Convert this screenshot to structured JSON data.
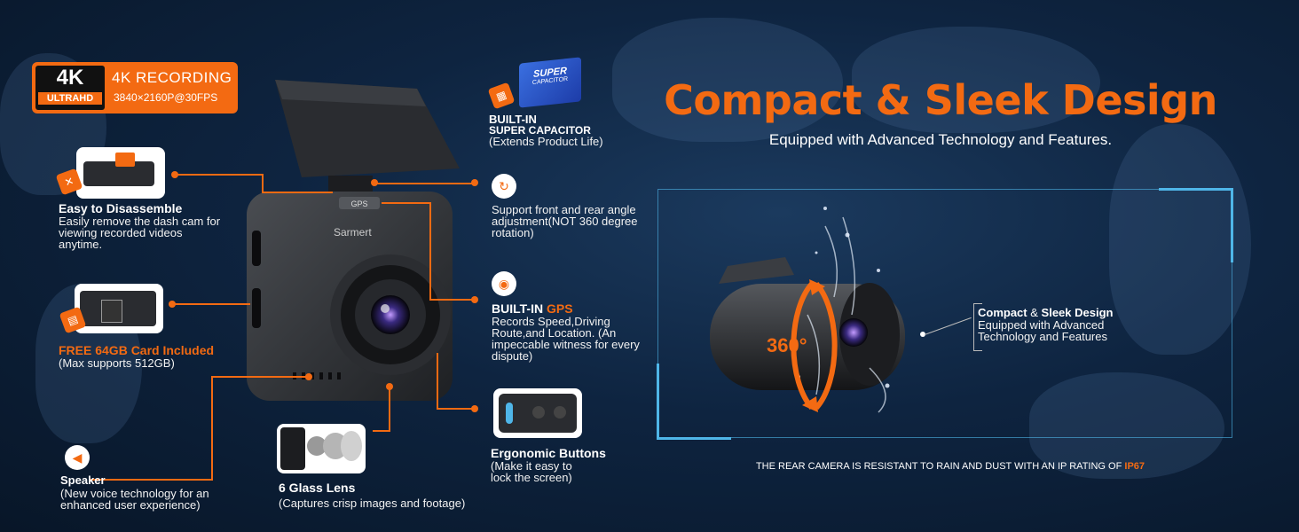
{
  "badge_4k": {
    "big": "4K",
    "small": "ULTRAHD",
    "title": "4K RECORDING",
    "resolution": "3840×2160P@30FPS"
  },
  "camera": {
    "brand": "Sarmert",
    "gps_tag": "GPS"
  },
  "features": {
    "disassemble": {
      "title": "Easy to Disassemble",
      "desc": "Easily remove the dash cam for viewing recorded videos anytime."
    },
    "card": {
      "title": "FREE 64GB Card Included",
      "desc": "(Max supports 512GB)"
    },
    "speaker": {
      "title": "Speaker",
      "desc": "(New voice technology for an enhanced user experience)"
    },
    "lens": {
      "title": "6 Glass Lens",
      "desc": "(Captures crisp images and footage)"
    },
    "capacitor": {
      "title": "BUILT-IN",
      "title2": "SUPER CAPACITOR",
      "desc": "(Extends Product Life)",
      "chip_line1": "SUPER",
      "chip_line2": "CAPACITOR"
    },
    "angle": {
      "desc": "Support front and rear angle adjustment(NOT 360 degree rotation)"
    },
    "gps": {
      "title_prefix": "BUILT-IN",
      "title_highlight": "GPS",
      "desc": "Records Speed,Driving Route,and Location. (An impeccable witness for every dispute)"
    },
    "buttons": {
      "title": "Ergonomic Buttons",
      "desc": "(Make it easy to lock the screen)"
    }
  },
  "hero": {
    "title": "Compact & Sleek Design",
    "subtitle": "Equipped with Advanced Technology and Features."
  },
  "rear_cam": {
    "rotation": "360°",
    "callout_title_a": "Compact",
    "callout_title_amp": "&",
    "callout_title_b": "Sleek Design",
    "callout_desc": "Equipped with Advanced Technology and Features",
    "footer_text": "THE REAR CAMERA IS RESISTANT TO RAIN AND DUST WITH AN IP RATING OF",
    "footer_rating": "IP67"
  },
  "colors": {
    "accent": "#f36a12",
    "frame": "#4fb6e8",
    "background": "#0e2440"
  }
}
